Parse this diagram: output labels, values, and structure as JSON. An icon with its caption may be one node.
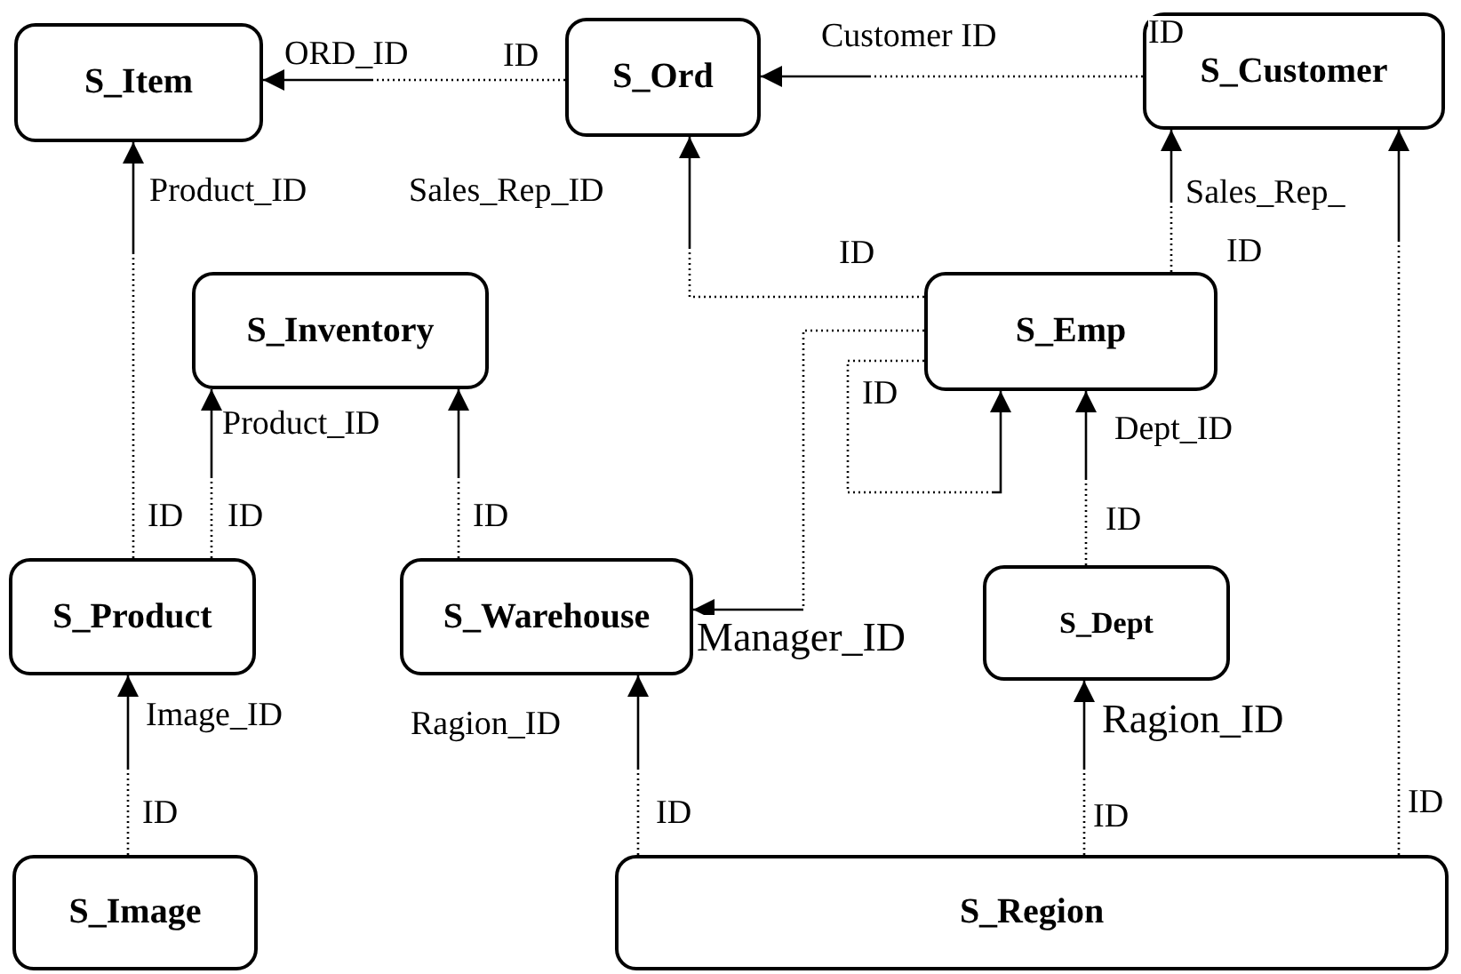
{
  "diagram": {
    "nodes": [
      {
        "text": [
          "S_Item"
        ]
      },
      {
        "text": [
          "S_Ord"
        ]
      },
      {
        "text": [
          "S_Customer"
        ]
      },
      {
        "text": [
          "S_Inventory"
        ]
      },
      {
        "text": [
          "S_Emp"
        ]
      },
      {
        "text": [
          "S_Product"
        ]
      },
      {
        "text": [
          "S_Warehouse"
        ]
      },
      {
        "text": [
          "S_Dept"
        ]
      },
      {
        "text": [
          "S_Image"
        ]
      },
      {
        "text": [
          "S_Region"
        ]
      }
    ],
    "edges": [
      {
        "from": 1,
        "to": 0,
        "arrow": "to",
        "label": "ORD_ID"
      },
      {
        "from": 2,
        "to": 1,
        "arrow": "to",
        "label": "Customer ID"
      },
      {
        "from": 5,
        "to": 0,
        "arrow": "to",
        "label": "Product_ID"
      },
      {
        "from": 4,
        "to": 1,
        "arrow": "to",
        "label": "Sales_Rep_ID"
      },
      {
        "from": 4,
        "to": 2,
        "arrow": "to",
        "label": "Sales_Rep_"
      },
      {
        "from": 9,
        "to": 2,
        "arrow": "to"
      },
      {
        "from": 5,
        "to": 3,
        "arrow": "to",
        "label": "Product_ID"
      },
      {
        "from": 6,
        "to": 3,
        "arrow": "to"
      },
      {
        "from": 4,
        "to": 4,
        "arrow": "to"
      },
      {
        "from": 7,
        "to": 4,
        "arrow": "to",
        "label": "Dept_ID"
      },
      {
        "from": 4,
        "to": 6,
        "arrow": "to",
        "label": "Manager_ID"
      },
      {
        "from": 8,
        "to": 5,
        "arrow": "to",
        "label": "Image_ID"
      },
      {
        "from": 9,
        "to": 6,
        "arrow": "to",
        "label": "Ragion_ID"
      },
      {
        "from": 9,
        "to": 7,
        "arrow": "to",
        "label": "Ragion_ID"
      }
    ],
    "labels": [
      "ID",
      "ID",
      "ID",
      "ID",
      "ID",
      "ID",
      "ID",
      "ID",
      "ID",
      "ID",
      "ID",
      "ID",
      "ID"
    ]
  }
}
